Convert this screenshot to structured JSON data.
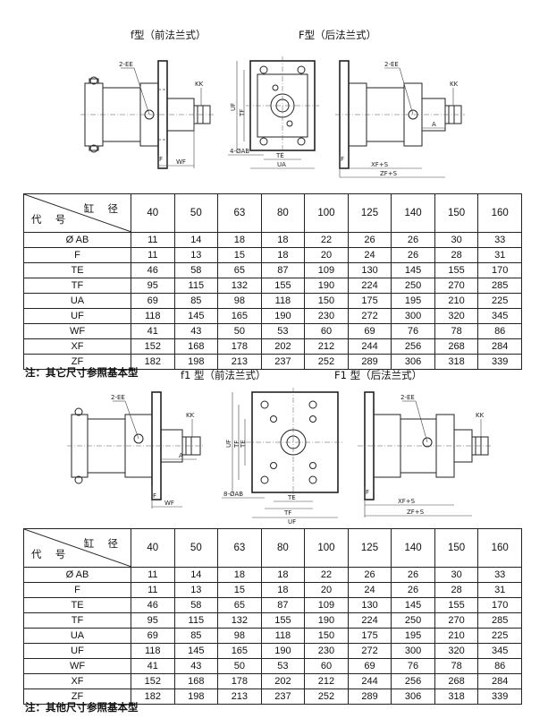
{
  "top_section": {
    "f_front_flange_title": "f型（前法兰式）",
    "F_rear_flange_title": "F型（后法兰式）"
  },
  "bottom_section": {
    "f1_front_flange_title": "f1 型（前法兰式）",
    "F1_rear_flange_title": "F1 型（后法兰式）"
  },
  "drawing_labels": {
    "ports": "2-EE",
    "thread": "KK",
    "dim_a": "A",
    "dim_f": "F",
    "dim_wf": "WF",
    "dim_uf": "UF",
    "dim_tf": "TF",
    "dim_te": "TE",
    "dim_ua": "UA",
    "holes_4": "4-ØAB",
    "holes_8": "8-ØAB",
    "dim_xf": "XF+S",
    "dim_zf": "ZF+S"
  },
  "table_header": {
    "bore_label": "缸 径",
    "code_label": "代 号",
    "bores": [
      "40",
      "50",
      "63",
      "80",
      "100",
      "125",
      "140",
      "150",
      "160"
    ]
  },
  "table_rows": [
    {
      "code": "Ø AB",
      "values": [
        "11",
        "14",
        "18",
        "18",
        "22",
        "26",
        "26",
        "30",
        "33"
      ]
    },
    {
      "code": "F",
      "values": [
        "11",
        "13",
        "15",
        "18",
        "20",
        "24",
        "26",
        "28",
        "31"
      ]
    },
    {
      "code": "TE",
      "values": [
        "46",
        "58",
        "65",
        "87",
        "109",
        "130",
        "145",
        "155",
        "170"
      ]
    },
    {
      "code": "TF",
      "values": [
        "95",
        "115",
        "132",
        "155",
        "190",
        "224",
        "250",
        "270",
        "285"
      ]
    },
    {
      "code": "UA",
      "values": [
        "69",
        "85",
        "98",
        "118",
        "150",
        "175",
        "195",
        "210",
        "225"
      ]
    },
    {
      "code": "UF",
      "values": [
        "118",
        "145",
        "165",
        "190",
        "230",
        "272",
        "300",
        "320",
        "345"
      ]
    },
    {
      "code": "WF",
      "values": [
        "41",
        "43",
        "50",
        "53",
        "60",
        "69",
        "76",
        "78",
        "86"
      ]
    },
    {
      "code": "XF",
      "values": [
        "152",
        "168",
        "178",
        "202",
        "212",
        "244",
        "256",
        "268",
        "284"
      ]
    },
    {
      "code": "ZF",
      "values": [
        "182",
        "198",
        "213",
        "237",
        "252",
        "289",
        "306",
        "318",
        "339"
      ]
    }
  ],
  "notes": {
    "note_top": "注：其它尺寸参照基本型",
    "note_bottom": "注：其他尺寸参照基本型"
  }
}
